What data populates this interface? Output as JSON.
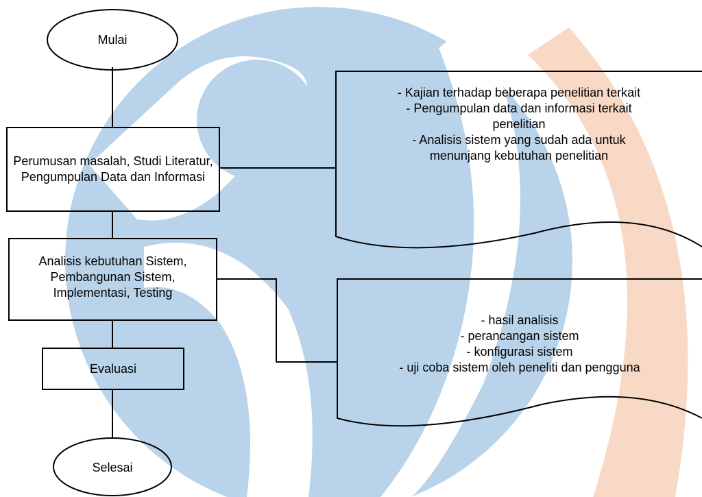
{
  "diagram": {
    "start_label": "Mulai",
    "step1_label": "Perumusan masalah, Studi Literatur, Pengumpulan Data dan Informasi",
    "step2_label": "Analisis kebutuhan Sistem, Pembangunan Sistem, Implementasi, Testing",
    "step3_label": "Evaluasi",
    "end_label": "Selesai",
    "note1_lines": [
      "- Kajian terhadap beberapa penelitian terkait",
      "- Pengumpulan data dan informasi terkait",
      "penelitian",
      "- Analisis sistem yang sudah ada untuk",
      "menunjang kebutuhan penelitian"
    ],
    "note2_lines": [
      "- hasil analisis",
      "- perancangan sistem",
      "- konfigurasi sistem",
      "- uji coba sistem oleh peneliti dan pengguna"
    ]
  },
  "colors": {
    "watermark_blue": "#b9d3ea",
    "watermark_orange": "#f8d9c6",
    "stroke": "#000000"
  }
}
